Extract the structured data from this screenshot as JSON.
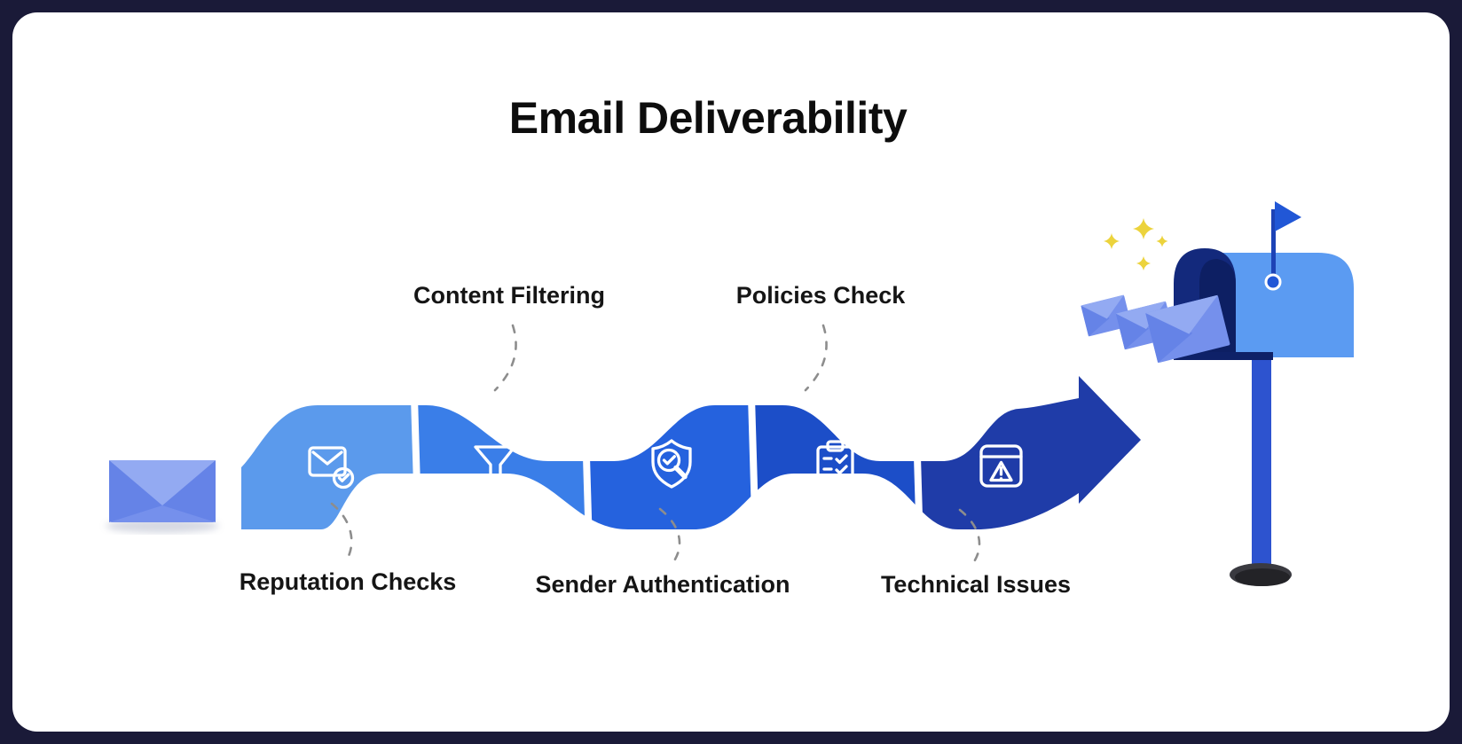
{
  "title": "Email Deliverability",
  "stages": [
    {
      "label": "Reputation Checks",
      "icon": "mail-check-icon",
      "color": "#5b9aec",
      "label_position": "bottom"
    },
    {
      "label": "Content Filtering",
      "icon": "filter-funnel-icon",
      "color": "#3a7ee8",
      "label_position": "top"
    },
    {
      "label": "Sender Authentication",
      "icon": "shield-check-search-icon",
      "color": "#2562de",
      "label_position": "bottom"
    },
    {
      "label": "Policies Check",
      "icon": "clipboard-checklist-icon",
      "color": "#1c4ec8",
      "label_position": "top"
    },
    {
      "label": "Technical Issues",
      "icon": "browser-warning-icon",
      "color": "#1f3ca8",
      "label_position": "bottom"
    }
  ],
  "flow": {
    "start_icon": "envelope-icon",
    "end_icon": "mailbox-icon",
    "direction": "left-to-right",
    "connector_style": "dashed-curve"
  },
  "colors": {
    "frame": "#1a1a38",
    "card_background": "#ffffff",
    "title_text": "#0d0d0d",
    "label_text": "#151515",
    "dashed_connector": "#8d8d8d",
    "icon_stroke": "#ffffff",
    "mailbox_body": "#5b9bf2",
    "mailbox_opening": "#13297c",
    "mailbox_opening_inner": "#0d1f63",
    "mailbox_shadow_strip": "#0e2168",
    "mailbox_post": "#2d53cf",
    "mailbox_base": "#232327",
    "mailbox_base_rim": "#3a3a40",
    "flag": "#2157d6",
    "flag_pole": "#1d43b6",
    "sparkle": "#ecd33c",
    "envelope_body": "#7590ec",
    "envelope_flap": "#93aaf2",
    "envelope_shade": "#6583e7"
  }
}
